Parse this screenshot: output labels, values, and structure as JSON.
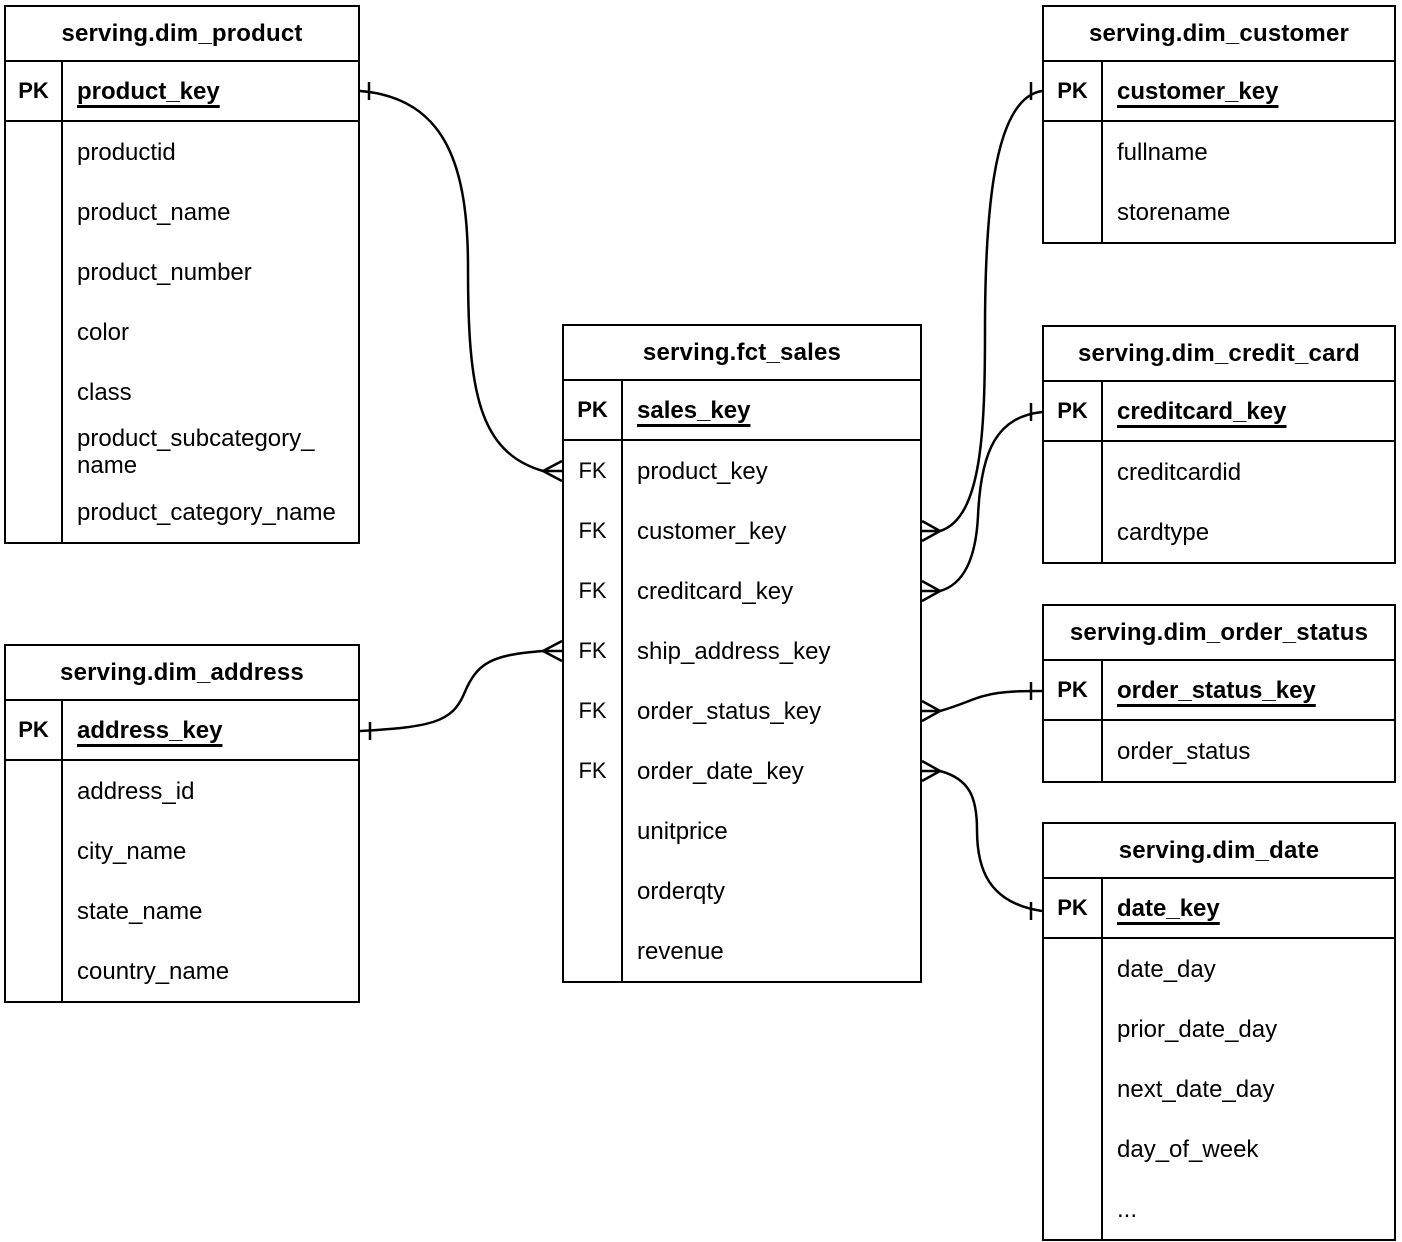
{
  "diagram": {
    "type": "entity-relationship",
    "colors": {
      "line": "#000000",
      "text": "#000000",
      "background": "#ffffff"
    },
    "tables": [
      {
        "id": "dim_product",
        "title": "serving.dim_product",
        "pk": {
          "label": "PK",
          "field": "product_key"
        },
        "fields": [
          {
            "key": "",
            "name": "productid"
          },
          {
            "key": "",
            "name": "product_name"
          },
          {
            "key": "",
            "name": "product_number"
          },
          {
            "key": "",
            "name": "color"
          },
          {
            "key": "",
            "name": "class"
          },
          {
            "key": "",
            "name": "product_subcategory_\nname"
          },
          {
            "key": "",
            "name": "product_category_name"
          }
        ]
      },
      {
        "id": "dim_customer",
        "title": "serving.dim_customer",
        "pk": {
          "label": "PK",
          "field": "customer_key"
        },
        "fields": [
          {
            "key": "",
            "name": "fullname"
          },
          {
            "key": "",
            "name": "storename"
          }
        ]
      },
      {
        "id": "fct_sales",
        "title": "serving.fct_sales",
        "pk": {
          "label": "PK",
          "field": "sales_key"
        },
        "fields": [
          {
            "key": "FK",
            "name": "product_key"
          },
          {
            "key": "FK",
            "name": "customer_key"
          },
          {
            "key": "FK",
            "name": "creditcard_key"
          },
          {
            "key": "FK",
            "name": "ship_address_key"
          },
          {
            "key": "FK",
            "name": "order_status_key"
          },
          {
            "key": "FK",
            "name": "order_date_key"
          },
          {
            "key": "",
            "name": "unitprice"
          },
          {
            "key": "",
            "name": "orderqty"
          },
          {
            "key": "",
            "name": "revenue"
          }
        ]
      },
      {
        "id": "dim_credit_card",
        "title": "serving.dim_credit_card",
        "pk": {
          "label": "PK",
          "field": "creditcard_key"
        },
        "fields": [
          {
            "key": "",
            "name": "creditcardid"
          },
          {
            "key": "",
            "name": "cardtype"
          }
        ]
      },
      {
        "id": "dim_order_status",
        "title": "serving.dim_order_status",
        "pk": {
          "label": "PK",
          "field": "order_status_key"
        },
        "fields": [
          {
            "key": "",
            "name": "order_status"
          }
        ]
      },
      {
        "id": "dim_date",
        "title": "serving.dim_date",
        "pk": {
          "label": "PK",
          "field": "date_key"
        },
        "fields": [
          {
            "key": "",
            "name": "date_day"
          },
          {
            "key": "",
            "name": "prior_date_day"
          },
          {
            "key": "",
            "name": "next_date_day"
          },
          {
            "key": "",
            "name": "day_of_week"
          },
          {
            "key": "",
            "name": "..."
          }
        ]
      },
      {
        "id": "dim_address",
        "title": "serving.dim_address",
        "pk": {
          "label": "PK",
          "field": "address_key"
        },
        "fields": [
          {
            "key": "",
            "name": "address_id"
          },
          {
            "key": "",
            "name": "city_name"
          },
          {
            "key": "",
            "name": "state_name"
          },
          {
            "key": "",
            "name": "country_name"
          }
        ]
      }
    ],
    "relationships": [
      {
        "id": "fct_product",
        "many_end": "serving.fct_sales.product_key",
        "one_end": "serving.dim_product.product_key",
        "many_notation": "crow-foot",
        "one_notation": "one-tick"
      },
      {
        "id": "fct_customer",
        "many_end": "serving.fct_sales.customer_key",
        "one_end": "serving.dim_customer.customer_key",
        "many_notation": "crow-foot",
        "one_notation": "one-tick"
      },
      {
        "id": "fct_creditcard",
        "many_end": "serving.fct_sales.creditcard_key",
        "one_end": "serving.dim_credit_card.creditcard_key",
        "many_notation": "crow-foot",
        "one_notation": "one-tick"
      },
      {
        "id": "fct_ship_address",
        "many_end": "serving.fct_sales.ship_address_key",
        "one_end": "serving.dim_address.address_key",
        "many_notation": "crow-foot",
        "one_notation": "one-tick"
      },
      {
        "id": "fct_order_status",
        "many_end": "serving.fct_sales.order_status_key",
        "one_end": "serving.dim_order_status.order_status_key",
        "many_notation": "crow-foot",
        "one_notation": "one-tick"
      },
      {
        "id": "fct_order_date",
        "many_end": "serving.fct_sales.order_date_key",
        "one_end": "serving.dim_date.date_key",
        "many_notation": "crow-foot",
        "one_notation": "one-tick"
      }
    ]
  }
}
